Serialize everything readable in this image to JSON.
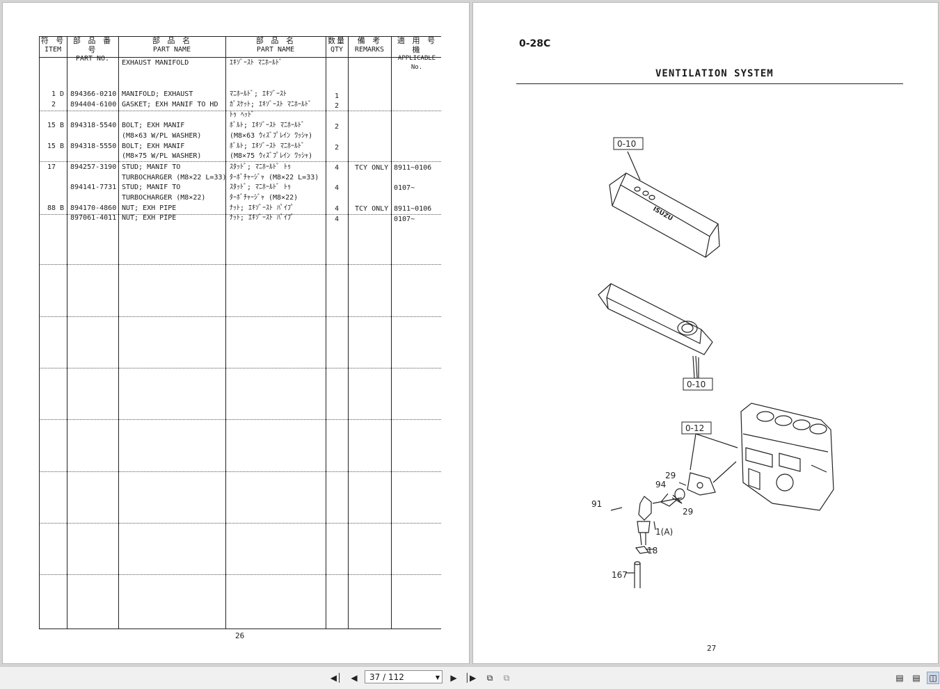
{
  "left_page": {
    "headers": [
      {
        "jp": "符 号",
        "en": "ITEM"
      },
      {
        "jp": "部 品 番 号",
        "en": "PART NO."
      },
      {
        "jp": "部  品  名",
        "en": "PART NAME"
      },
      {
        "jp": "部  品  名",
        "en": "PART NAME"
      },
      {
        "jp": "数量",
        "en": "QTY"
      },
      {
        "jp": "備  考",
        "en": "REMARKS"
      },
      {
        "jp": "適 用 号 機",
        "en": "APPLICABLE No."
      }
    ],
    "rows": [
      {
        "item": "",
        "part_no": "",
        "name_en": "EXHAUST MANIFOLD",
        "name_jp": "ｴｷｿﾞｰｽﾄ ﾏﾆﾎｰﾙﾄﾞ",
        "qty": "",
        "remarks": "",
        "applicable": ""
      },
      {
        "item": "1 D",
        "part_no": "894366-0210",
        "name_en": "MANIFOLD; EXHAUST",
        "name_jp": "ﾏﾆﾎｰﾙﾄﾞ; ｴｷｿﾞｰｽﾄ",
        "qty": "1",
        "remarks": "",
        "applicable": ""
      },
      {
        "item": "2",
        "part_no": "894404-6100",
        "name_en": "GASKET; EXH MANIF TO HD",
        "name_jp": "ｶﾞｽｹｯﾄ; ｴｷｿﾞｰｽﾄ ﾏﾆﾎｰﾙﾄﾞ",
        "qty": "2",
        "remarks": "",
        "applicable": ""
      },
      {
        "item": "",
        "part_no": "",
        "name_en": "",
        "name_jp": "ﾄｩ ﾍｯﾄﾞ",
        "qty": "",
        "remarks": "",
        "applicable": ""
      },
      {
        "item": "15 B",
        "part_no": "894318-5540",
        "name_en": "BOLT; EXH MANIF",
        "name_jp": "ﾎﾞﾙﾄ; ｴｷｿﾞｰｽﾄ ﾏﾆﾎｰﾙﾄﾞ",
        "qty": "2",
        "remarks": "",
        "applicable": ""
      },
      {
        "item": "",
        "part_no": "",
        "name_en": "(M8×63 W/PL WASHER)",
        "name_jp": "(M8×63 ｳｨｽﾞﾌﾟﾚｲﾝ ﾜｯｼｬ)",
        "qty": "",
        "remarks": "",
        "applicable": ""
      },
      {
        "item": "15 B",
        "part_no": "894318-5550",
        "name_en": "BOLT; EXH MANIF",
        "name_jp": "ﾎﾞﾙﾄ; ｴｷｿﾞｰｽﾄ ﾏﾆﾎｰﾙﾄﾞ",
        "qty": "2",
        "remarks": "",
        "applicable": ""
      },
      {
        "item": "",
        "part_no": "",
        "name_en": "(M8×75 W/PL WASHER)",
        "name_jp": "(M8×75 ｳｨｽﾞﾌﾟﾚｲﾝ ﾜｯｼｬ)",
        "qty": "",
        "remarks": "",
        "applicable": ""
      },
      {
        "item": "17",
        "part_no": "894257-3190",
        "name_en": "STUD; MANIF TO",
        "name_jp": "ｽﾀｯﾄﾞ; ﾏﾆﾎｰﾙﾄﾞ ﾄｩ",
        "qty": "4",
        "remarks": "TCY ONLY",
        "applicable": "8911~0106"
      },
      {
        "item": "",
        "part_no": "",
        "name_en": "TURBOCHARGER (M8×22 L=33)",
        "name_jp": "ﾀｰﾎﾞﾁｬｰｼﾞｬ (M8×22 L=33)",
        "qty": "",
        "remarks": "",
        "applicable": ""
      },
      {
        "item": "",
        "part_no": "894141-7731",
        "name_en": "STUD; MANIF TO",
        "name_jp": "ｽﾀｯﾄﾞ; ﾏﾆﾎｰﾙﾄﾞ ﾄｩ",
        "qty": "4",
        "remarks": "",
        "applicable": "0107~"
      },
      {
        "item": "",
        "part_no": "",
        "name_en": "TURBOCHARGER (M8×22)",
        "name_jp": "ﾀｰﾎﾞﾁｬｰｼﾞｬ (M8×22)",
        "qty": "",
        "remarks": "",
        "applicable": ""
      },
      {
        "item": "88 B",
        "part_no": "894170-4860",
        "name_en": "NUT; EXH PIPE",
        "name_jp": "ﾅｯﾄ; ｴｷｿﾞｰｽﾄ ﾊﾟｲﾌﾟ",
        "qty": "4",
        "remarks": "TCY ONLY",
        "applicable": "8911~0106"
      },
      {
        "item": "",
        "part_no": "897061-4011",
        "name_en": "NUT; EXH PIPE",
        "name_jp": "ﾅｯﾄ; ｴｷｿﾞｰｽﾄ ﾊﾟｲﾌﾟ",
        "qty": "4",
        "remarks": "",
        "applicable": "0107~"
      }
    ],
    "page_number": "26"
  },
  "right_page": {
    "ref_code": "0-28C",
    "title": "VENTILATION  SYSTEM",
    "callouts": [
      "0-10",
      "0-10",
      "0-12"
    ],
    "part_labels": [
      "29",
      "94",
      "29",
      "91",
      "1(A)",
      "18",
      "167"
    ],
    "engine_brand": "ISUZU",
    "page_number": "27"
  },
  "toolbar": {
    "first_icon": "first-page-icon",
    "prev_icon": "previous-page-icon",
    "page_indicator": "37 / 112",
    "next_icon": "next-page-icon",
    "last_icon": "last-page-icon",
    "back_icon": "go-back-icon",
    "forward_icon": "go-forward-icon",
    "view_icons": [
      "single-page-view-icon",
      "continuous-view-icon",
      "two-page-view-icon"
    ]
  }
}
